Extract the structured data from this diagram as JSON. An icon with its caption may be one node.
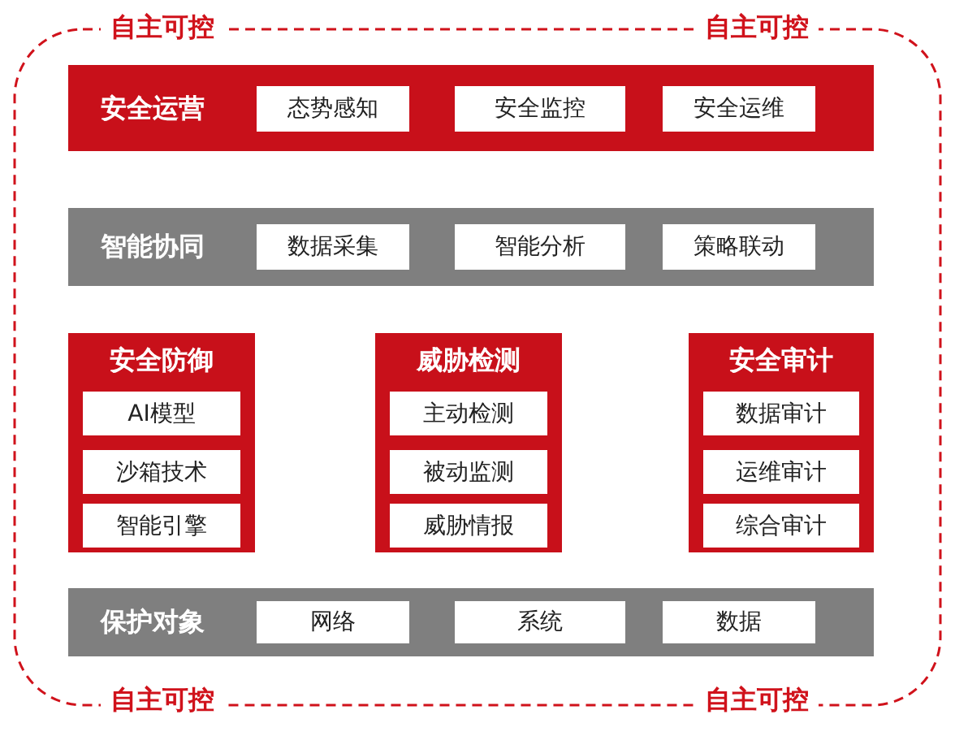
{
  "diagram": {
    "nodes": [
      {
        "text": [
          "安全运营"
        ]
      },
      {
        "text": [
          "态势感知"
        ],
        "in": 0
      },
      {
        "text": [
          "安全监控"
        ],
        "in": 0
      },
      {
        "text": [
          "安全运维"
        ],
        "in": 0
      },
      {
        "text": [
          "智能协同"
        ]
      },
      {
        "text": [
          "数据采集"
        ],
        "in": 4
      },
      {
        "text": [
          "智能分析"
        ],
        "in": 4
      },
      {
        "text": [
          "策略联动"
        ],
        "in": 4
      },
      {
        "text": [
          "安全防御"
        ]
      },
      {
        "text": [
          "AI模型"
        ],
        "in": 8
      },
      {
        "text": [
          "沙箱技术"
        ],
        "in": 8
      },
      {
        "text": [
          "智能引擎"
        ],
        "in": 8
      },
      {
        "text": [
          "威胁检测"
        ]
      },
      {
        "text": [
          "主动检测"
        ],
        "in": 12
      },
      {
        "text": [
          "被动监测"
        ],
        "in": 12
      },
      {
        "text": [
          "威胁情报"
        ],
        "in": 12
      },
      {
        "text": [
          "安全审计"
        ]
      },
      {
        "text": [
          "数据审计"
        ],
        "in": 16
      },
      {
        "text": [
          "运维审计"
        ],
        "in": 16
      },
      {
        "text": [
          "综合审计"
        ],
        "in": 16
      },
      {
        "text": [
          "保护对象"
        ]
      },
      {
        "text": [
          "网络"
        ],
        "in": 20
      },
      {
        "text": [
          "系统"
        ],
        "in": 20
      },
      {
        "text": [
          "数据"
        ],
        "in": 20
      }
    ],
    "edges": [],
    "labels": [
      "自主可控",
      "自主可控",
      "自主可控",
      "自主可控"
    ]
  }
}
